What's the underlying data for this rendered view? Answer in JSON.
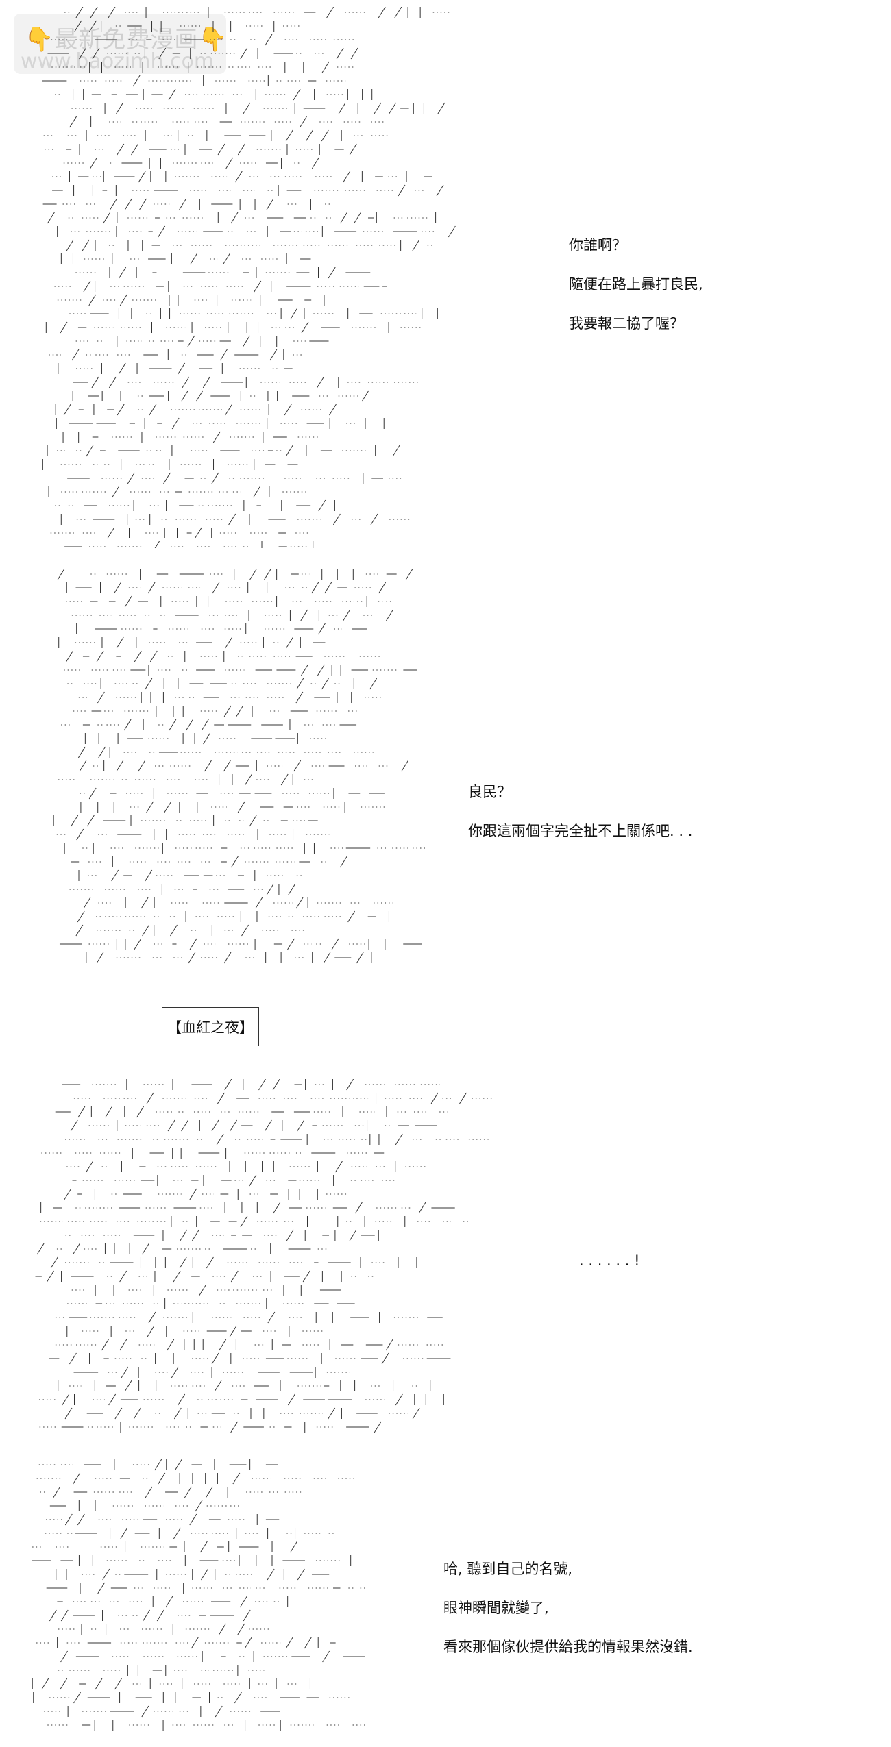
{
  "watermark": {
    "line1": "最新免费漫画",
    "line2": "www.baozimh.com",
    "icon": "pointing-down-hand-icon",
    "icon_color": "#f4b63a"
  },
  "panels": [
    {
      "lines": [
        "你誰啊？",
        "隨便在路上暴打良民,",
        "我要報二協了喔？"
      ]
    },
    {
      "lines": [
        "良民？",
        "你跟這兩個字完全扯不上關係吧. . ."
      ]
    },
    {
      "title": "【血紅之夜】"
    },
    {
      "lines": [
        ". . . . . . !"
      ]
    },
    {
      "lines": [
        "哈, 聽到自己的名號,",
        "眼神瞬間就變了,",
        "看來那個傢伙提供給我的情報果然沒錯."
      ]
    }
  ]
}
